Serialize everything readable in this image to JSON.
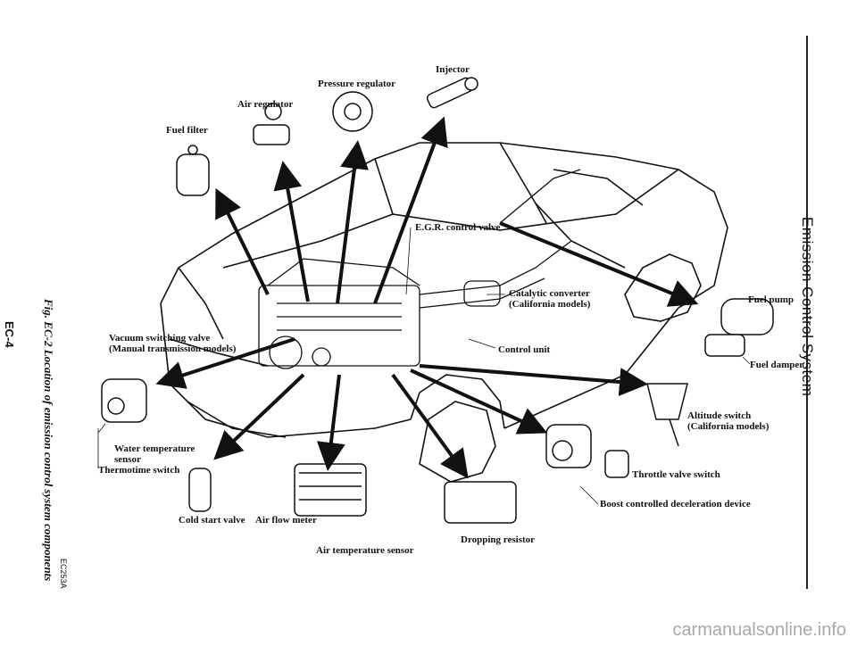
{
  "side_text": {
    "title": "Emission Control System",
    "page": "EC-4",
    "caption": "Fig. EC-2 Location of emission control system components",
    "code": "EC253A"
  },
  "labels": {
    "injector": "Injector",
    "pressure_regulator": "Pressure regulator",
    "air_regulator": "Air regulator",
    "fuel_filter": "Fuel filter",
    "egr_valve": "E.G.R. control valve",
    "catalytic_converter": "Catalytic converter\n(California models)",
    "fuel_pump": "Fuel pump",
    "fuel_damper": "Fuel damper",
    "vacuum_switching_valve": "Vacuum switching valve\n(Manual transmission models)",
    "control_unit": "Control unit",
    "altitude_switch": "Altitude switch\n(California models)",
    "water_temp_sensor": "Water temperature\nsensor",
    "thermotime_switch": "Thermotime switch",
    "throttle_valve_switch": "Throttle valve switch",
    "boost_decel_device": "Boost controlled deceleration device",
    "cold_start_valve": "Cold start valve",
    "air_flow_meter": "Air flow meter",
    "dropping_resistor": "Dropping resistor",
    "air_temp_sensor": "Air temperature sensor"
  },
  "watermark": "carmanualsonline.info"
}
